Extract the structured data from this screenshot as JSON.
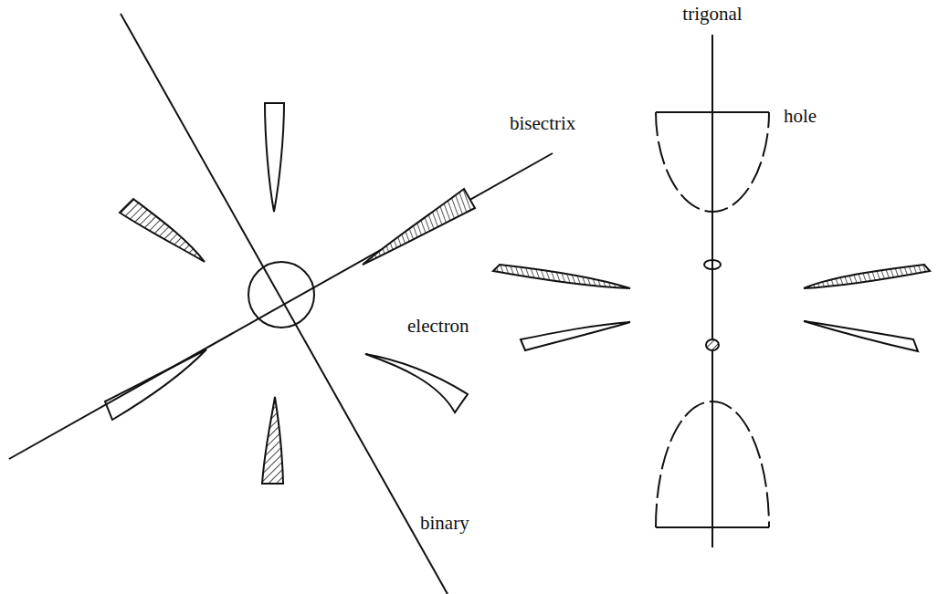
{
  "diagram": {
    "labels": [
      "trigonal",
      "bisectrix",
      "hole",
      "electron",
      "binary"
    ]
  }
}
